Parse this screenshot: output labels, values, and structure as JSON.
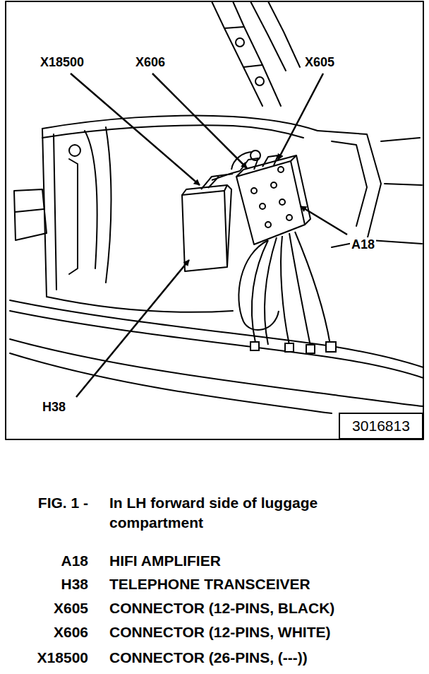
{
  "diagram": {
    "nodes": [
      {
        "text": [
          "3016813"
        ]
      }
    ],
    "labels": [
      "X18500",
      "X606",
      "X605",
      "A18",
      "H38",
      "FIG. 1 -",
      "In LH forward side of luggage compartment",
      "A18",
      "HIFI AMPLIFIER",
      "H38",
      "TELEPHONE TRANSCEIVER",
      "X605",
      "CONNECTOR (12-PINS, BLACK)",
      "X606",
      "CONNECTOR (12-PINS, WHITE)",
      "X18500",
      "CONNECTOR (26-PINS, (---))"
    ]
  }
}
